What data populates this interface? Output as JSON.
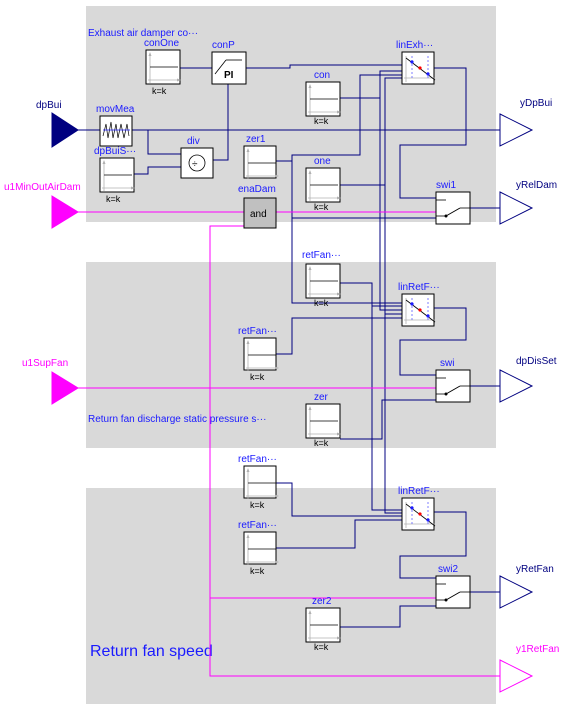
{
  "colors": {
    "panel": "#d9d9d9",
    "real_signal": "#000080",
    "bool_signal": "#ff00ff",
    "label": "#1a1aff"
  },
  "panels": {
    "exhaust_label": "Exhaust air damper co···",
    "return_static_label": "Return fan discharge static pressure s···",
    "return_speed_label": "Return fan speed"
  },
  "inputs": {
    "dpBui": "dpBui",
    "u1MinOutAirDam": "u1MinOutAirDam",
    "u1SupFan": "u1SupFan"
  },
  "outputs": {
    "yDpBui": "yDpBui",
    "yRelDam": "yRelDam",
    "dpDisSet": "dpDisSet",
    "yRetFan": "yRetFan",
    "y1RetFan": "y1RetFan"
  },
  "blocks": {
    "conOne": {
      "name": "conOne",
      "param": "k=k"
    },
    "conP": {
      "name": "conP",
      "text": "PI"
    },
    "movMea": {
      "name": "movMea"
    },
    "dpBuiS": {
      "name": "dpBuiS···",
      "param": "k=k"
    },
    "div": {
      "name": "div",
      "symbol": "÷"
    },
    "zer1": {
      "name": "zer1"
    },
    "enaDam": {
      "name": "enaDam",
      "text": "and"
    },
    "linExh": {
      "name": "linExh···"
    },
    "con": {
      "name": "con",
      "param": "k=k"
    },
    "one": {
      "name": "one",
      "param": "k=k"
    },
    "swi1": {
      "name": "swi1"
    },
    "retFan1": {
      "name": "retFan···",
      "param": "k=k"
    },
    "linRetF1": {
      "name": "linRetF···"
    },
    "retFan2": {
      "name": "retFan···",
      "param": "k=k"
    },
    "swi": {
      "name": "swi"
    },
    "zer": {
      "name": "zer",
      "param": "k=k"
    },
    "retFan3": {
      "name": "retFan···",
      "param": "k=k"
    },
    "linRetF2": {
      "name": "linRetF···"
    },
    "retFan4": {
      "name": "retFan···",
      "param": "k=k"
    },
    "swi2": {
      "name": "swi2"
    },
    "zer2": {
      "name": "zer2",
      "param": "k=k"
    }
  }
}
